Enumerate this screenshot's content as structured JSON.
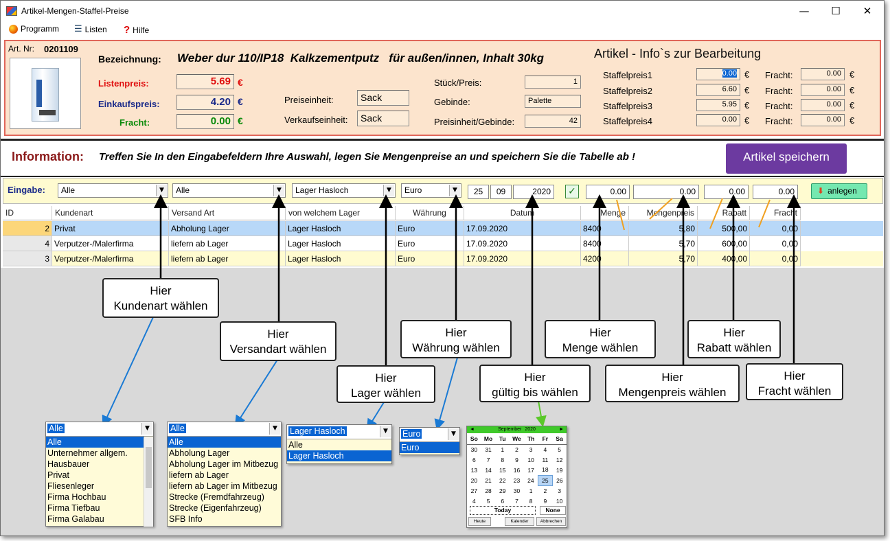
{
  "window": {
    "title": "Artikel-Mengen-Staffel-Preise",
    "minimize": "—",
    "maximize": "☐",
    "close": "✕"
  },
  "menu": {
    "programm": "Programm",
    "listen": "Listen",
    "hilfe": "Hilfe"
  },
  "article": {
    "art_nr_label": "Art. Nr:",
    "art_nr": "0201109",
    "bez_label": "Bezeichnung:",
    "bezeichnung": "Weber dur 110/IP18  Kalkzementputz   für außen/innen, Inhalt 30kg",
    "header_note": "Artikel - Info`s zur Bearbeitung",
    "listenpreis_label": "Listenpreis:",
    "listenpreis": "5.69",
    "einkaufspreis_label": "Einkaufspreis:",
    "einkaufspreis": "4.20",
    "fracht_label": "Fracht:",
    "fracht": "0.00",
    "euro": "€",
    "preiseinheit_label": "Preiseinheit:",
    "preiseinheit": "Sack",
    "verkaufseinheit_label": "Verkaufseinheit:",
    "verkaufseinheit": "Sack",
    "stueck_label": "Stück/Preis:",
    "stueck": "1",
    "gebinde_label": "Gebinde:",
    "gebinde": "Palette",
    "pe_gebinde_label": "Preisinheit/Gebinde:",
    "pe_gebinde": "42",
    "staffel": [
      {
        "label": "Staffelpreis1",
        "value": "0.00",
        "fracht_label": "Fracht:",
        "fracht": "0.00"
      },
      {
        "label": "Staffelpreis2",
        "value": "6.60",
        "fracht_label": "Fracht:",
        "fracht": "0.00"
      },
      {
        "label": "Staffelpreis3",
        "value": "5.95",
        "fracht_label": "Fracht:",
        "fracht": "0.00"
      },
      {
        "label": "Staffelpreis4",
        "value": "0.00",
        "fracht_label": "Fracht:",
        "fracht": "0.00"
      }
    ]
  },
  "info": {
    "label": "Information:",
    "text": "Treffen Sie In den Eingabefeldern Ihre Auswahl, legen Sie Mengenpreise an und speichern Sie die Tabelle ab !",
    "save_button": "Artikel speichern"
  },
  "eingabe": {
    "label": "Eingabe:",
    "kundenart": "Alle",
    "versand": "Alle",
    "lager": "Lager Hasloch",
    "waehrung": "Euro",
    "day": "25",
    "month": "09",
    "year": "2020",
    "menge": "0.00",
    "mengenpreis": "0.00",
    "rabatt": "0.00",
    "fracht": "0.00",
    "anlegen": "anlegen",
    "arrow": "▼"
  },
  "table": {
    "columns": [
      "ID",
      "Kundenart",
      "Versand Art",
      "von welchem Lager",
      "Währung",
      "Datum",
      "Menge",
      "Mengenpreis",
      "Rabatt",
      "Fracht"
    ],
    "rows": [
      [
        "2",
        "Privat",
        "Abholung Lager",
        "Lager Hasloch",
        "Euro",
        "17.09.2020",
        "8400",
        "5,80",
        "500,00",
        "0,00"
      ],
      [
        "4",
        "Verputzer-/Malerfirma",
        "liefern ab Lager",
        "Lager Hasloch",
        "Euro",
        "17.09.2020",
        "8400",
        "5,70",
        "600,00",
        "0,00"
      ],
      [
        "3",
        "Verputzer-/Malerfirma",
        "liefern ab Lager",
        "Lager Hasloch",
        "Euro",
        "17.09.2020",
        "4200",
        "5,70",
        "400,00",
        "0,00"
      ]
    ]
  },
  "callouts": {
    "kundenart": [
      "Hier",
      "Kundenart wählen"
    ],
    "versandart": [
      "Hier",
      "Versandart wählen"
    ],
    "lager": [
      "Hier",
      "Lager  wählen"
    ],
    "waehrung": [
      "Hier",
      "Währung wählen"
    ],
    "gueltig": [
      "Hier",
      "gültig bis wählen"
    ],
    "menge": [
      "Hier",
      "Menge wählen"
    ],
    "mengenpreis": [
      "Hier",
      "Mengenpreis wählen"
    ],
    "rabatt": [
      "Hier",
      "Rabatt wählen"
    ],
    "fracht": [
      "Hier",
      "Fracht wählen"
    ]
  },
  "dropdowns": {
    "kundenart": {
      "selected": "Alle",
      "options": [
        "Alle",
        "Unternehmer allgem.",
        "Hausbauer",
        "Privat",
        "Fliesenleger",
        "Firma Hochbau",
        "Firma Tiefbau",
        "Firma Galabau"
      ]
    },
    "versand": {
      "selected": "Alle",
      "options": [
        "Alle",
        "Abholung Lager",
        "Abholung Lager im Mitbezug",
        "liefern ab Lager",
        "liefern ab Lager im Mitbezug",
        "Strecke (Fremdfahrzeug)",
        "Strecke (Eigenfahrzeug)",
        "SFB Info"
      ]
    },
    "lager": {
      "selected": "Lager Hasloch",
      "options": [
        "Alle",
        "Lager Hasloch"
      ]
    },
    "waehrung": {
      "selected": "Euro",
      "options": [
        "Euro"
      ]
    }
  },
  "calendar": {
    "month": "September",
    "year": "2020",
    "prev": "◄",
    "next": "►",
    "weekdays": [
      "So",
      "Mo",
      "Tu",
      "We",
      "Th",
      "Fr",
      "Sa"
    ],
    "weeks": [
      [
        "30",
        "31",
        "1",
        "2",
        "3",
        "4",
        "5"
      ],
      [
        "6",
        "7",
        "8",
        "9",
        "10",
        "11",
        "12"
      ],
      [
        "13",
        "14",
        "15",
        "16",
        "17",
        "18",
        "19"
      ],
      [
        "20",
        "21",
        "22",
        "23",
        "24",
        "25",
        "26"
      ],
      [
        "27",
        "28",
        "29",
        "30",
        "1",
        "2",
        "3"
      ],
      [
        "4",
        "5",
        "6",
        "7",
        "8",
        "9",
        "10"
      ]
    ],
    "selected": "25",
    "today": "Today",
    "none": "None",
    "heute": "Heute",
    "kalender": "Kalender",
    "abbrechen": "Abbrechen"
  },
  "colors": {
    "accent_red": "#e0665a",
    "purple_button": "#6c3aa0",
    "selection_blue": "#0a64d2",
    "row_selected": "#b8d8f8",
    "row_yellow": "#fffbd0",
    "calendar_green": "#3fc92a"
  }
}
